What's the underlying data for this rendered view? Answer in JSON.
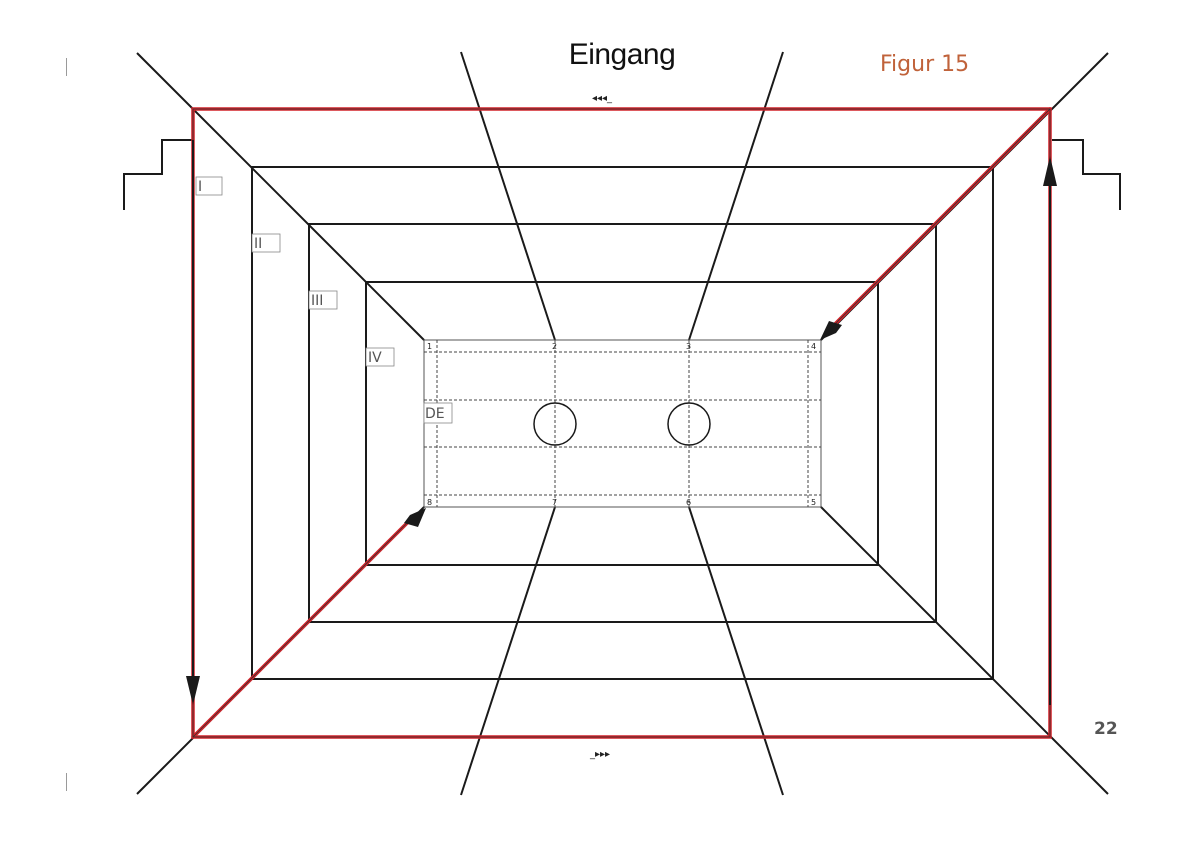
{
  "header": {
    "title": "Eingang",
    "figure_label": "Figur 15",
    "entrance_arrows": "◂◂◂_"
  },
  "footer": {
    "page_number": "22",
    "exit_arrows": "_▸▸▸"
  },
  "zones": [
    "I",
    "II",
    "III",
    "IV"
  ],
  "floor_label": "DE",
  "positions": [
    "1",
    "2",
    "3",
    "4",
    "5",
    "6",
    "7",
    "8"
  ],
  "colors": {
    "path": "#d2232a",
    "lines": "#1a1a1a",
    "figure_label": "#c0623a",
    "page_number": "#555555"
  }
}
